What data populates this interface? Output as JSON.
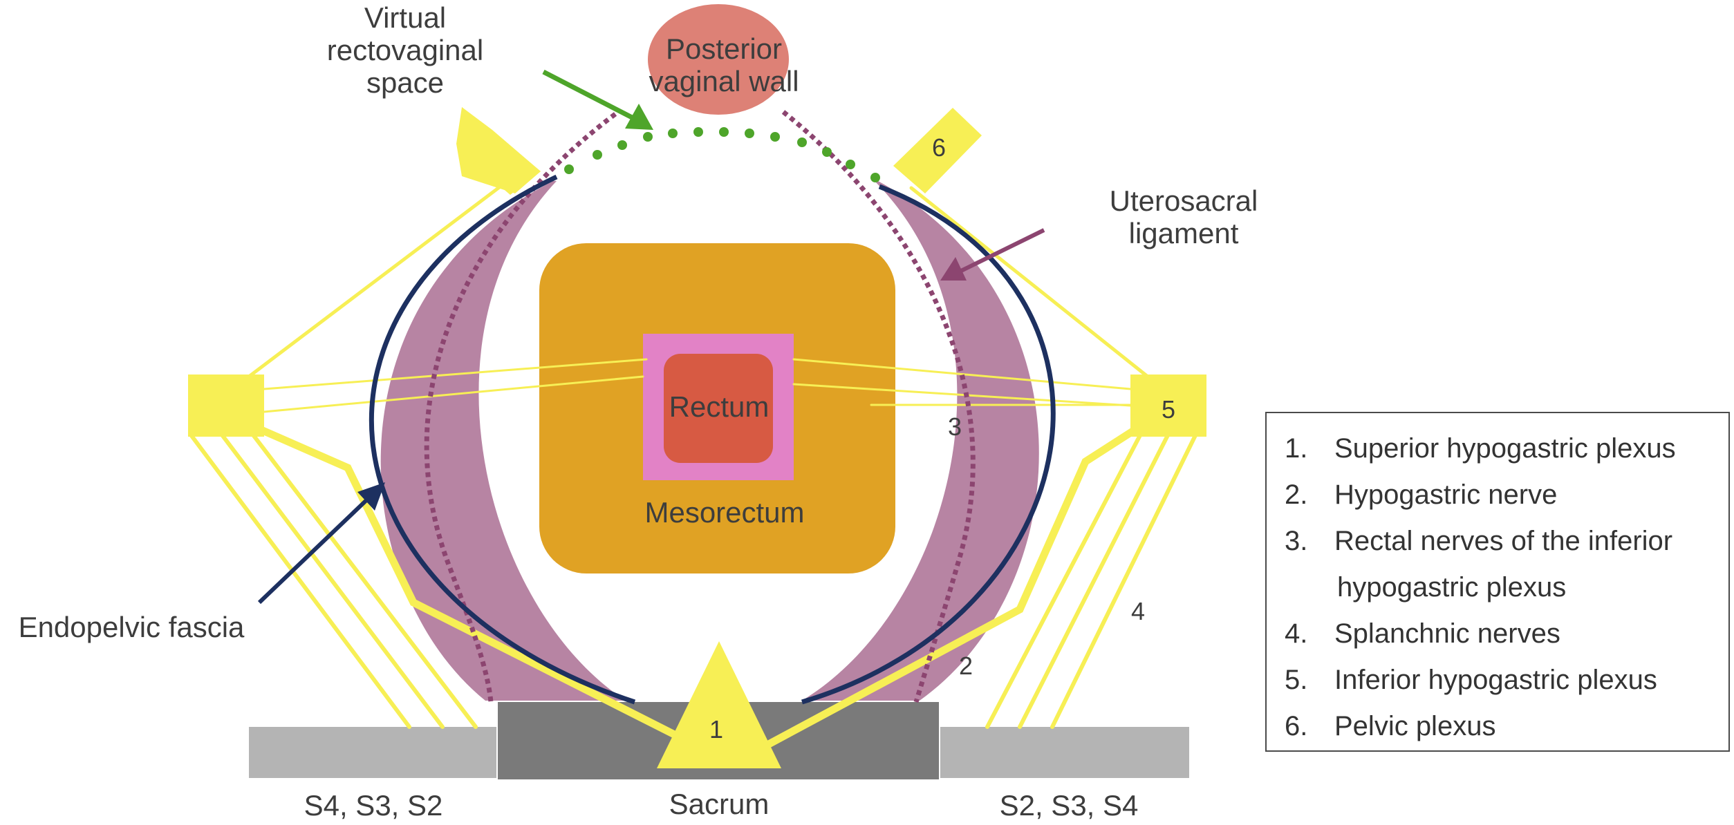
{
  "labels": {
    "virtual_space": [
      "Virtual",
      "rectovaginal",
      "space"
    ],
    "posterior_vaginal_wall": [
      "Posterior",
      "vaginal wall"
    ],
    "uterosacral_ligament": [
      "Uterosacral",
      "ligament"
    ],
    "endopelvic_fascia": "Endopelvic fascia",
    "rectum": "Rectum",
    "mesorectum": "Mesorectum",
    "sacrum": "Sacrum",
    "sacral_left": "S4, S3, S2",
    "sacral_right": "S2, S3, S4"
  },
  "numbers": {
    "n1": "1",
    "n2": "2",
    "n3": "3",
    "n4": "4",
    "n5": "5",
    "n6": "6"
  },
  "legend": {
    "items": [
      {
        "num": "1.",
        "text": "Superior hypogastric plexus"
      },
      {
        "num": "2.",
        "text": "Hypogastric nerve"
      },
      {
        "num": "3.",
        "text": "Rectal nerves of the inferior",
        "cont": "hypogastric plexus"
      },
      {
        "num": "4.",
        "text": "Splanchnic nerves"
      },
      {
        "num": "5.",
        "text": "Inferior hypogastric plexus"
      },
      {
        "num": "6.",
        "text": "Pelvic plexus"
      }
    ]
  },
  "colors": {
    "yellow": "#f7ef55",
    "mauve": "#b784a3",
    "navy": "#1d3060",
    "dotted_maroon": "#8c4570",
    "green": "#4ea52a",
    "mesorectum": "#e0a224",
    "rectum_outer": "#e282c6",
    "rectum_inner": "#d75a43",
    "vaginal_wall": "#dd8176",
    "sacrum": "#7a7a7a",
    "sacral_side": "#b4b4b4"
  }
}
